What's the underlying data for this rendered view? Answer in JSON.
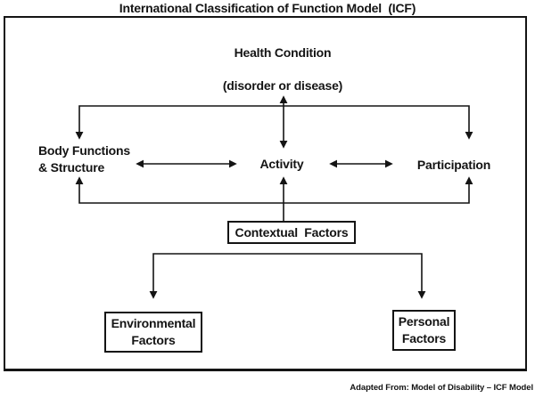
{
  "title": "International Classification of Function Model  (ICF)",
  "nodes": {
    "health_condition": {
      "line1": "Health Condition",
      "line2": "(disorder or disease)"
    },
    "body_functions": {
      "line1": "Body Functions",
      "line2": "& Structure"
    },
    "activity": {
      "label": "Activity"
    },
    "participation": {
      "label": "Participation"
    },
    "contextual_factors": {
      "label": "Contextual  Factors"
    },
    "environmental_factors": {
      "line1": "Environmental",
      "line2": "Factors"
    },
    "personal_factors": {
      "line1": "Personal",
      "line2": "Factors"
    }
  },
  "footer": {
    "credit": "Adapted From: Model of Disability – ICF Model"
  },
  "colors": {
    "line": "#141414",
    "text": "#141414",
    "background": "#ffffff"
  }
}
